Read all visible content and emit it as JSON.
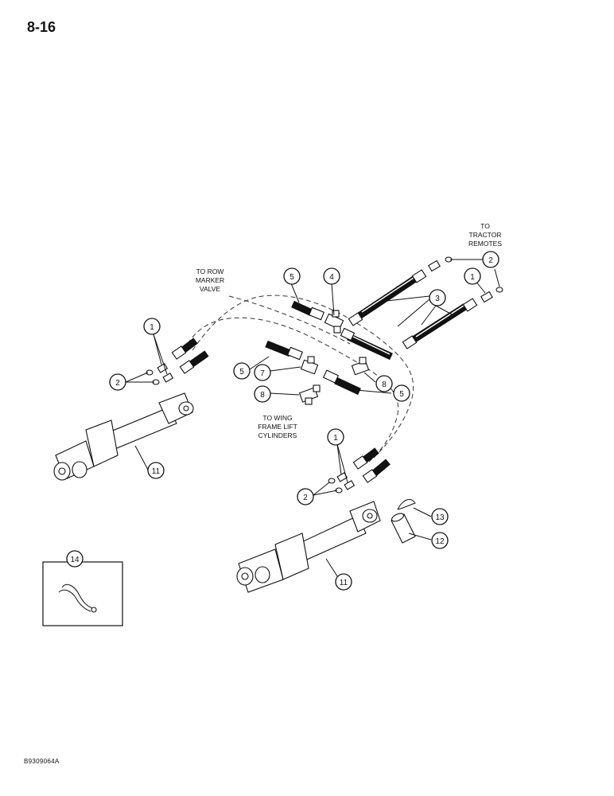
{
  "page": {
    "number": "8-16",
    "figure_code": "B9309064A"
  },
  "labels": {
    "tractor_remotes": [
      "TO",
      "TRACTOR",
      "REMOTES"
    ],
    "row_marker_valve": [
      "TO ROW",
      "MARKER",
      "VALVE"
    ],
    "wing_frame_lift": [
      "TO WING",
      "FRAME LIFT",
      "CYLINDERS"
    ]
  },
  "callouts": {
    "c1a": "1",
    "c1b": "1",
    "c1c": "1",
    "c2a": "2",
    "c2b": "2",
    "c2c": "2",
    "c3": "3",
    "c4": "4",
    "c5a": "5",
    "c5b": "5",
    "c5c": "5",
    "c7": "7",
    "c8a": "8",
    "c8b": "8",
    "c11a": "11",
    "c11b": "11",
    "c12": "12",
    "c13": "13",
    "c14": "14"
  }
}
